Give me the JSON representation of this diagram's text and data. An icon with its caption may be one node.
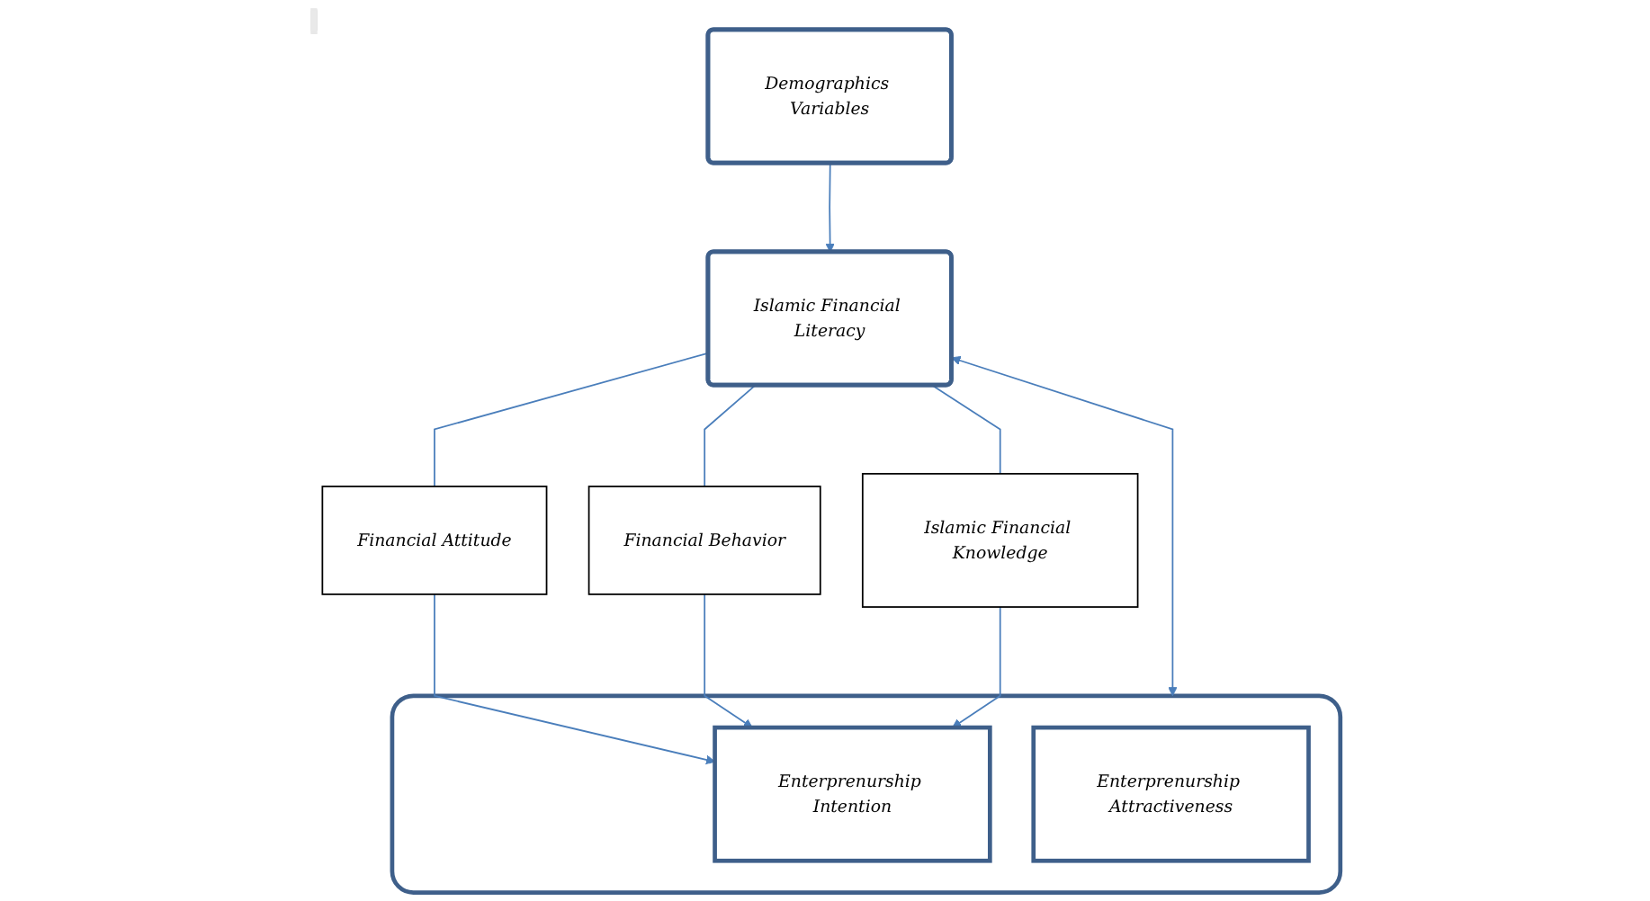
{
  "diagram": {
    "nodes": [
      {
        "text": [
          "Islamic Financial Literacy"
        ]
      },
      {
        "text": [
          "Financial Attitude"
        ]
      },
      {
        "text": [
          "Financial Behavior"
        ]
      },
      {
        "text": [
          "Islamic Financial Knowledge"
        ]
      },
      {
        "text": [
          "Demographics Variables"
        ]
      },
      {
        "text": [],
        "shape": "box"
      },
      {
        "text": [
          "Enterprenurship Intention"
        ],
        "in": 5
      },
      {
        "text": [
          "Enterprenurship Attractiveness"
        ],
        "in": 5
      }
    ],
    "edges": [
      {
        "from": 0,
        "to": 1,
        "arrow": "none"
      },
      {
        "from": 0,
        "to": 2,
        "arrow": "none"
      },
      {
        "from": 0,
        "to": 3,
        "arrow": "none"
      },
      {
        "from": 4,
        "to": 0,
        "arrow": "to"
      },
      {
        "from": 0,
        "to": 5,
        "arrow": "both"
      },
      {
        "from": 1,
        "to": 6,
        "arrow": "to"
      },
      {
        "from": 2,
        "to": 6,
        "arrow": "to"
      },
      {
        "from": 3,
        "to": 6,
        "arrow": "to"
      }
    ]
  }
}
